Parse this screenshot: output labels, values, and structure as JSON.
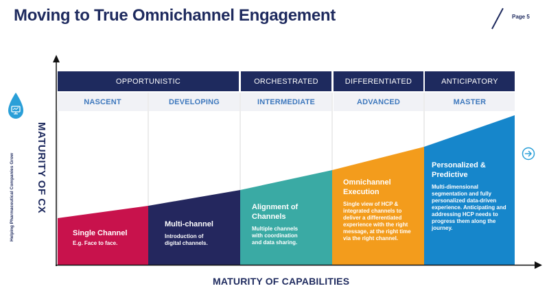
{
  "header": {
    "title": "Moving to True Omnichannel Engagement",
    "page": "Page 5"
  },
  "sidebar": {
    "tagline": "Helping Pharmaceutical Companies Grow"
  },
  "axes": {
    "y_label": "MATURITY OF CX",
    "x_label": "MATURITY OF CAPABILITIES"
  },
  "top_headers": [
    "OPPORTUNISTIC",
    "ORCHESTRATED",
    "DIFFERENTIATED",
    "ANTICIPATORY"
  ],
  "levels": [
    "NASCENT",
    "DEVELOPING",
    "INTERMEDIATE",
    "ADVANCED",
    "MASTER"
  ],
  "stages": [
    {
      "title": "Single Channel",
      "desc": "E.g. Face to face.",
      "color": "#c8124c"
    },
    {
      "title": "Multi-channel",
      "desc": "Introduction of digital channels.",
      "color": "#24275e"
    },
    {
      "title": "Alignment of Channels",
      "desc": "Multiple channels with coordination and data sharing.",
      "color": "#3aaaa4"
    },
    {
      "title": "Omnichannel Execution",
      "desc": "Single view of HCP & integrated channels to deliver a differentiated experience with the right message, at the right time via the right channel.",
      "color": "#f39c1c"
    },
    {
      "title": "Personalized & Predictive",
      "desc": "Multi-dimensional segmentation and fully personalized data-driven experience. Anticipating and addressing HCP needs to progress them along the journey.",
      "color": "#1686cb"
    }
  ],
  "colors": {
    "navy": "#1e2a5e",
    "level_text": "#3e78bd",
    "icon_blue": "#2a9fd8"
  }
}
